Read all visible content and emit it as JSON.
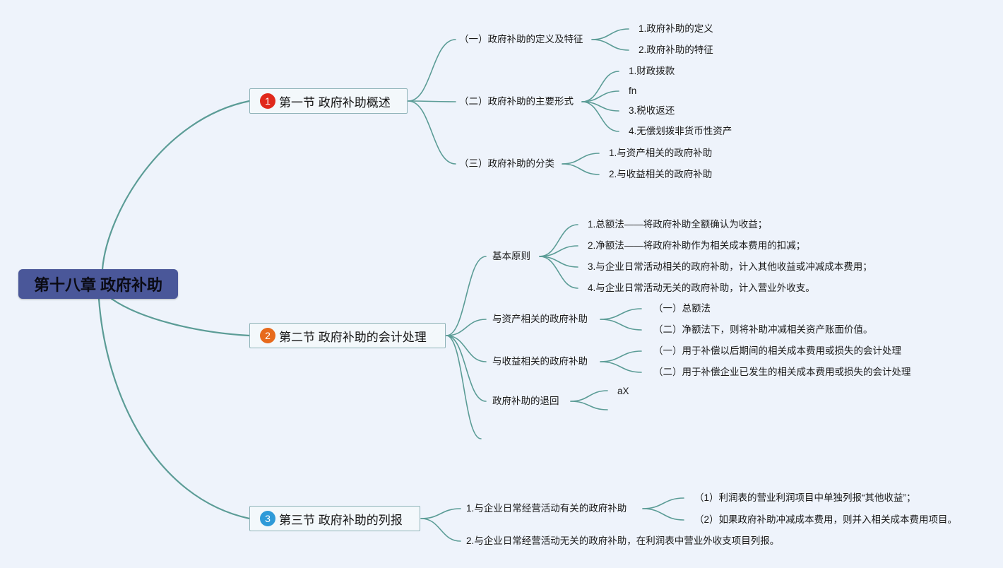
{
  "map": {
    "root": "第十八章 政府补助",
    "sections": [
      {
        "number": "1",
        "title": "第一节 政府补助概述",
        "badge_color": "#e0281b",
        "topics": [
          {
            "label": "（一）政府补助的定义及特征",
            "items": [
              "1.政府补助的定义",
              "2.政府补助的特征"
            ]
          },
          {
            "label": "（二）政府补助的主要形式",
            "items": [
              "1.财政拨款",
              "fn",
              "3.税收返还",
              "4.无偿划拨非货币性资产"
            ]
          },
          {
            "label": "（三）政府补助的分类",
            "items": [
              "1.与资产相关的政府补助",
              "2.与收益相关的政府补助"
            ]
          }
        ]
      },
      {
        "number": "2",
        "title": "第二节 政府补助的会计处理",
        "badge_color": "#e76a1c",
        "topics": [
          {
            "label": "基本原则",
            "items": [
              "1.总额法——将政府补助全额确认为收益；",
              "2.净额法——将政府补助作为相关成本费用的扣减；",
              "3.与企业日常活动相关的政府补助，计入其他收益或冲减成本费用；",
              "4.与企业日常活动无关的政府补助，计入营业外收支。"
            ]
          },
          {
            "label": "与资产相关的政府补助",
            "items": [
              "（一）总额法",
              "（二）净额法下，则将补助冲减相关资产账面价值。"
            ]
          },
          {
            "label": "与收益相关的政府补助",
            "items": [
              "（一）用于补偿以后期间的相关成本费用或损失的会计处理",
              "（二）用于补偿企业已发生的相关成本费用或损失的会计处理"
            ]
          },
          {
            "label": "政府补助的退回",
            "items": [
              "aX"
            ]
          }
        ]
      },
      {
        "number": "3",
        "title": "第三节 政府补助的列报",
        "badge_color": "#2e9ad8",
        "topics": [
          {
            "label": "1.与企业日常经营活动有关的政府补助",
            "items": [
              "（1）利润表的营业利润项目中单独列报“其他收益”；",
              "（2）如果政府补助冲减成本费用，则并入相关成本费用项目。"
            ]
          },
          {
            "label": "2.与企业日常经营活动无关的政府补助，在利润表中营业外收支项目列报。",
            "items": []
          }
        ]
      }
    ]
  },
  "colors": {
    "background": "#eef3fb",
    "branch_line": "#5b9c96",
    "root_fill": "#4a5799",
    "section_border": "#8fb3b8"
  }
}
